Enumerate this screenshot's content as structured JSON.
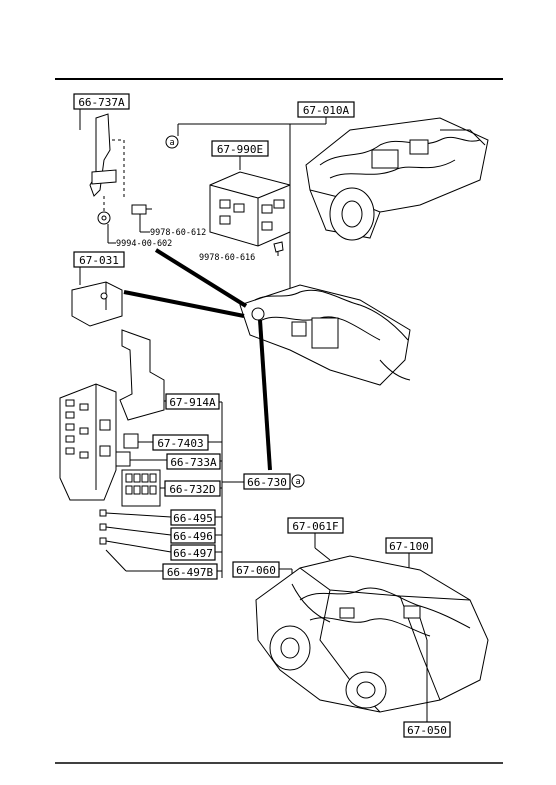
{
  "parts": {
    "p66_737A": "66-737A",
    "p67_010A": "67-010A",
    "p67_990E": "67-990E",
    "p67_031": "67-031",
    "p67_914A": "67-914A",
    "p67_7403": "67-7403",
    "p66_733A": "66-733A",
    "p66_732D": "66-732D",
    "p66_730": "66-730",
    "p66_495": "66-495",
    "p66_496": "66-496",
    "p66_497": "66-497",
    "p66_497B": "66-497B",
    "p67_060": "67-060",
    "p67_061F": "67-061F",
    "p67_100": "67-100",
    "p67_050": "67-050"
  },
  "bolts": {
    "b9978_60_612": "9978-60-612",
    "b9994_00_602": "9994-00-602",
    "b9978_60_616": "9978-60-616"
  },
  "refs": {
    "ref_a_top": "a",
    "ref_a_right": "a"
  }
}
